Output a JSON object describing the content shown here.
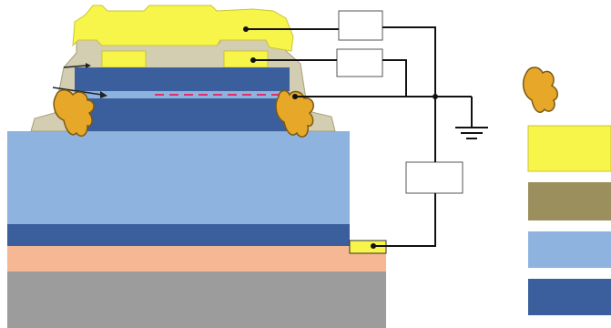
{
  "colors": {
    "metal": "#f7f44a",
    "metal_edge": "#c9c53a",
    "dielectric": "#d3cdb2",
    "dielectric_dark": "#a7a07a",
    "legend_brown": "#9b8f5d",
    "light_blue": "#8fb3df",
    "dark_blue": "#3a5f9c",
    "peach": "#f6b894",
    "substrate": "#9c9c9c",
    "wire": "#111111",
    "box_fill": "#ffffff",
    "box_edge": "#555555",
    "ink_orange": "#e7a82a",
    "ink_edge": "#7a5a12",
    "dash_red": "#e0306b"
  },
  "legend": {
    "items": [
      {
        "swatch": "metal"
      },
      {
        "swatch": "dielectric"
      },
      {
        "swatch": "light-blue-semiconductor"
      },
      {
        "swatch": "dark-blue-semiconductor"
      }
    ]
  },
  "circuit": {
    "boxes": [
      {
        "name": "top-box",
        "label": ""
      },
      {
        "name": "middle-box",
        "label": ""
      },
      {
        "name": "right-box",
        "label": ""
      }
    ],
    "ground_icon": "ground-icon"
  }
}
